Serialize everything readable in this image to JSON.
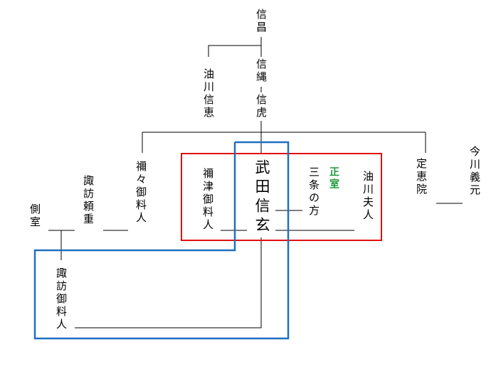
{
  "colors": {
    "line": "#000000",
    "red_box": "#e01010",
    "blue_box": "#1f6fbf",
    "highlight_text": "#1a9a3a"
  },
  "people": {
    "nobumasa": "信昌",
    "nobutsuna": "信縄",
    "nobutora": "信虎",
    "aburakawa_nobuyoshi": "油川信恵",
    "takeda_shingen": "武田信玄",
    "sanjo_no_kata": "三条の方",
    "seishitsu_label": "正室",
    "aburakawa_fujin": "油川夫人",
    "neneju_goryonin": "禰津御料人",
    "nene_goryonin": "禰々御料人",
    "suwa_yorishige": "諏訪頼重",
    "sokushitsu": "側室",
    "suwa_goryonin": "諏訪御料人",
    "jokeiin": "定恵院",
    "imagawa_yoshimoto": "今川義元"
  }
}
